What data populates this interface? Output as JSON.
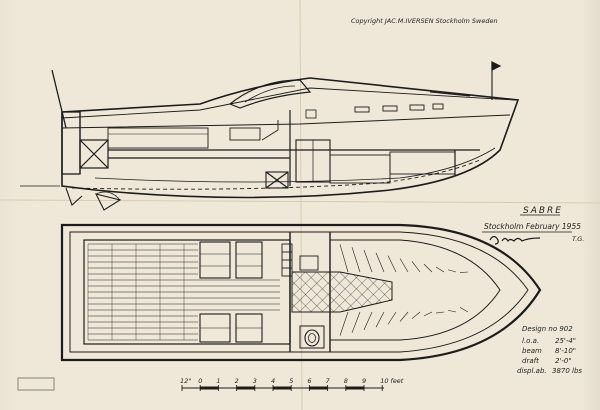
{
  "header": {
    "copyright": "Copyright JAC.M.IVERSEN Stockholm Sweden"
  },
  "title": {
    "boat_name": "SABRE",
    "place_date": "Stockholm February 1955",
    "initials": "T.G."
  },
  "specs": {
    "design_no": "Design no 902",
    "rows": [
      {
        "label": "l.o.a.",
        "value": "25'-4\""
      },
      {
        "label": "beam",
        "value": "8'-10\""
      },
      {
        "label": "draft",
        "value": "2'-0\""
      },
      {
        "label": "displ.ab.",
        "value": "3870 lbs"
      }
    ]
  },
  "scale": {
    "labels": [
      "12\"",
      "0",
      "1",
      "2",
      "3",
      "4",
      "5",
      "6",
      "7",
      "8",
      "9",
      "10 feet"
    ]
  },
  "stamp": {
    "text": ""
  }
}
